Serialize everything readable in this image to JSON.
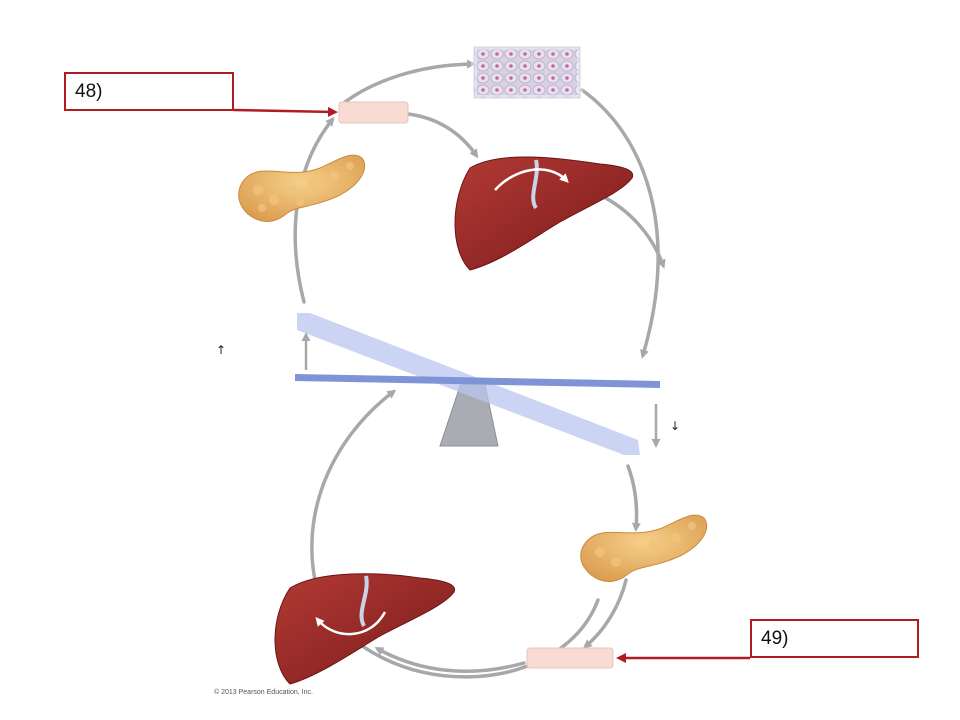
{
  "labels": {
    "box_48": "48)",
    "box_49": "49)"
  },
  "indicators": {
    "up_arrow": "↑",
    "down_arrow": "↓"
  },
  "footer": {
    "copyright": "© 2013 Pearson Education, Inc."
  },
  "colors": {
    "cycle_arrow": "#a8a8aa",
    "pointer_arrow": "#b01c22",
    "label_border": "#b01c22",
    "blank_box": "#f8dcd4",
    "liver": "#8e2222",
    "pancreas": "#e9b66a",
    "seesaw_beam": "#8fa3dd",
    "fulcrum": "#a9adb3"
  },
  "icons": [
    "liver-icon",
    "pancreas-icon",
    "body-cells-icon",
    "seesaw-icon"
  ]
}
